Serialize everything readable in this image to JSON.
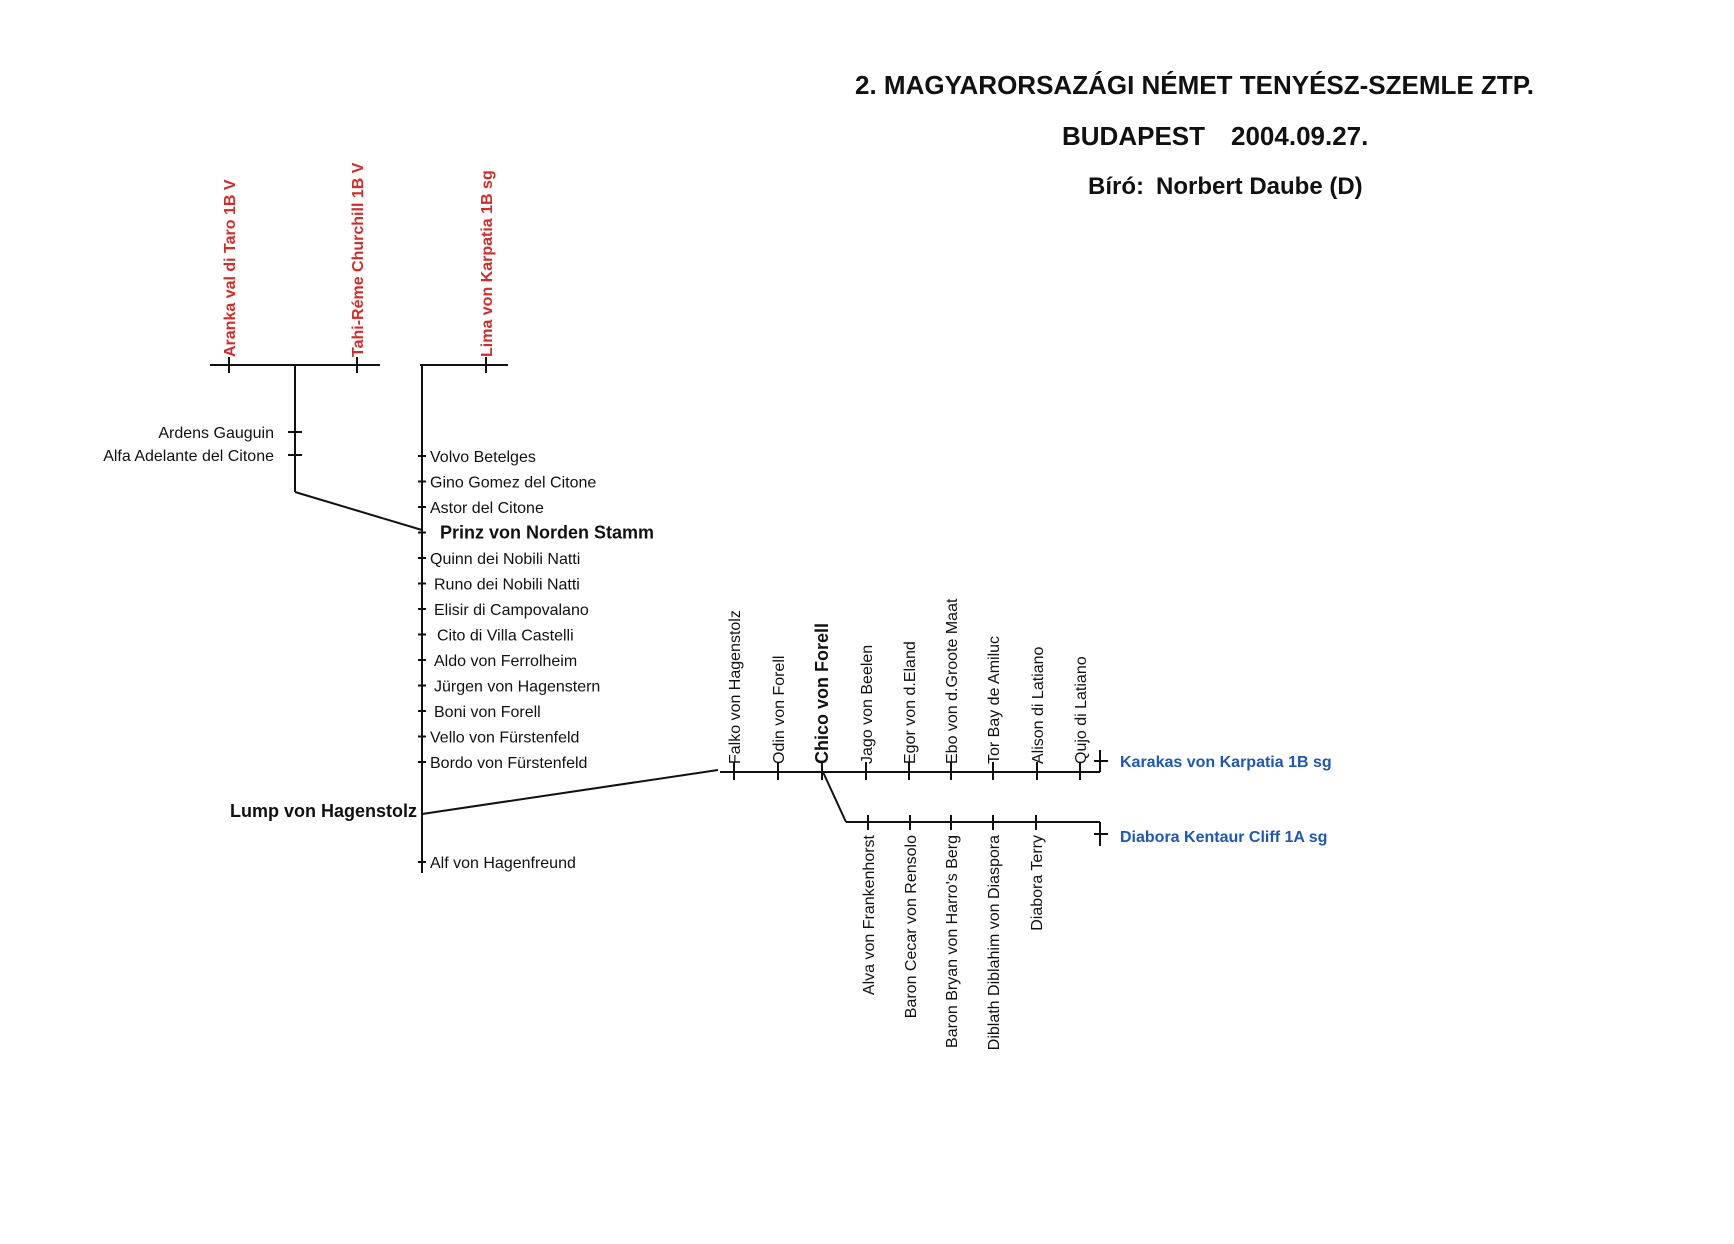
{
  "header": {
    "title": "2. MAGYARORSAZÁGI NÉMET TENYÉSZ-SZEMLE ZTP.",
    "city": "BUDAPEST",
    "date": "2004.09.27.",
    "judge_label": "Bíró:",
    "judge_name": "Norbert Daube (D)"
  },
  "colors": {
    "female": "#d42a2a",
    "male": "#1f57b5",
    "line": "#111111"
  },
  "top_dogs": [
    {
      "name": "Aranka val di Taro 1B V",
      "sex": "female"
    },
    {
      "name": "Tahi-Réme Churchill 1B V",
      "sex": "male"
    },
    {
      "name": "Lima von Karpatia 1B sg",
      "sex": "female"
    }
  ],
  "left_ancestors": [
    "Ardens Gauguin",
    "Alfa Adelante del Citone"
  ],
  "main_line": {
    "items_upper": [
      "Volvo Betelges",
      "Gino Gomez del Citone",
      "Astor del Citone"
    ],
    "highlight": "Prinz von Norden Stamm",
    "items_lower": [
      "Quinn dei Nobili Natti",
      "Runo dei Nobili Natti",
      "Elisir di Campovalano",
      "Cito di Villa Castelli",
      "Aldo von Ferrolheim",
      "Jürgen von Hagenstern",
      "Boni von Forell",
      "Vello von Fürstenfeld",
      "Bordo von Fürstenfeld"
    ],
    "junction": "Lump von Hagenstolz",
    "last": "Alf von Hagenfreund"
  },
  "upper_branch": {
    "items": [
      "Falko von Hagenstolz",
      "Odin von Forell",
      "Chico von Forell",
      "Jago von Beelen",
      "Egor von d.Eland",
      "Ebo von d.Groote Maat",
      "Tor Bay de Amiluc",
      "Alison di Latiano",
      "Qujo di Latiano"
    ],
    "highlight": "Chico von Forell",
    "end_dog": {
      "name": "Karakas von Karpatia 1B sg",
      "sex": "male"
    }
  },
  "lower_branch": {
    "items": [
      "Alva von Frankenhorst",
      "Baron Cecar von Rensolo",
      "Baron Bryan von Harro's Berg",
      "Diblath Diblahim von Diaspora",
      "Diabora Terry"
    ],
    "end_dog": {
      "name": "Diabora Kentaur Cliff 1A sg",
      "sex": "male"
    }
  }
}
